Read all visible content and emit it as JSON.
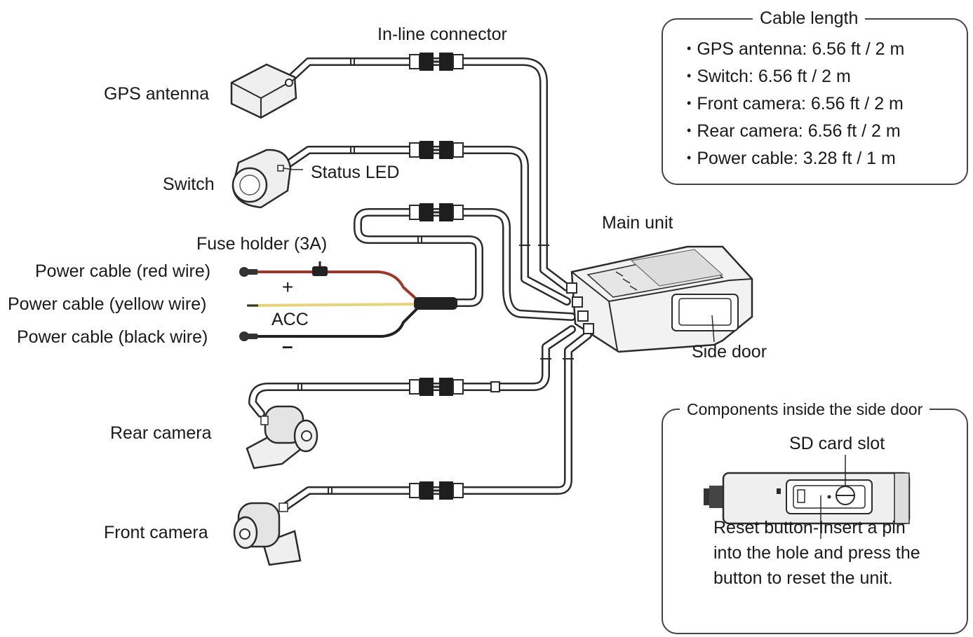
{
  "labels": {
    "inline_connector": "In-line connector",
    "gps_antenna": "GPS antenna",
    "switch": "Switch",
    "status_led": "Status LED",
    "fuse_holder": "Fuse holder (3A)",
    "red_wire": "Power cable (red wire)",
    "yellow_wire": "Power cable (yellow wire)",
    "black_wire": "Power cable (black wire)",
    "plus": "+",
    "acc": "ACC",
    "minus": "–",
    "main_unit": "Main unit",
    "side_door": "Side door",
    "rear_camera": "Rear camera",
    "front_camera": "Front camera"
  },
  "cable_length": {
    "title": "Cable length",
    "items": [
      "GPS antenna:  6.56 ft / 2 m",
      "Switch:  6.56 ft / 2 m",
      "Front camera:  6.56 ft / 2 m",
      "Rear camera:  6.56 ft / 2 m",
      "Power cable:  3.28 ft / 1 m"
    ]
  },
  "side_door_panel": {
    "title": "Components inside the side door",
    "sd_card_slot": "SD card slot",
    "reset_text": "Reset button-Insert a pin into the hole and press the button to reset the unit."
  },
  "colors": {
    "line": "#2b2b2b",
    "cable_fill": "#ffffff",
    "red_wire": "#9a3a2e",
    "yellow_wire": "#e8d27a",
    "black_wire": "#222222",
    "device_fill": "#efefef"
  },
  "icons": [
    "gps-antenna-icon",
    "switch-icon",
    "main-unit-icon",
    "rear-camera-icon",
    "front-camera-icon",
    "fuse-holder-icon"
  ]
}
